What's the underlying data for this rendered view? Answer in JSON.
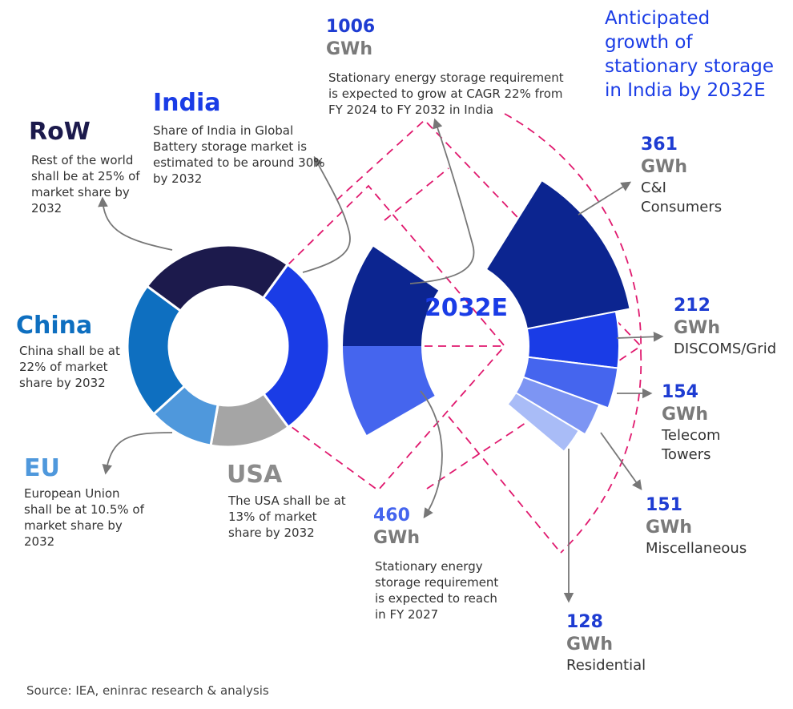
{
  "chart_data": [
    {
      "type": "pie",
      "variant": "donut",
      "subject": "Share in Global Battery storage market by 2032",
      "categories": [
        "India",
        "USA",
        "EU",
        "China",
        "RoW"
      ],
      "values": [
        30,
        13,
        10.5,
        22,
        25
      ],
      "unit": "%",
      "colors": [
        "#1a3ce6",
        "#a5a5a5",
        "#4f98dc",
        "#0e6fc0",
        "#1c1a4c"
      ]
    },
    {
      "type": "bar",
      "variant": "radial",
      "center_label": "2032E",
      "categories": [
        "FY 2032",
        "FY 2027"
      ],
      "values": [
        1006,
        460
      ],
      "unit": "GWh"
    },
    {
      "type": "bar",
      "variant": "radial-breakdown",
      "categories": [
        "C&I Consumers",
        "DISCOMS/Grid",
        "Telecom Towers",
        "Miscellaneous",
        "Residential"
      ],
      "values": [
        361,
        212,
        154,
        151,
        128
      ],
      "unit": "GWh",
      "colors": [
        "#0c2590",
        "#1a3ce6",
        "#4565ee",
        "#7d95f3",
        "#a9bcf7"
      ]
    }
  ],
  "title": {
    "line1": "Anticipated",
    "line2": "growth of",
    "line3": "stationary storage",
    "line4": "in India by 2032E",
    "color": "#1a3ce6"
  },
  "regions": {
    "row": {
      "name": "RoW",
      "desc": [
        "Rest of the world",
        "shall be at 25% of",
        "market share by",
        "2032"
      ],
      "color": "#1c1a4c"
    },
    "india": {
      "name": "India",
      "desc": [
        "Share of India in Global",
        "Battery storage market is",
        "estimated to be around 30%",
        "by 2032"
      ],
      "color": "#1a3ce6"
    },
    "china": {
      "name": "China",
      "desc": [
        "China shall be at",
        "22% of market",
        "share by 2032"
      ],
      "color": "#0e6fc0"
    },
    "eu": {
      "name": "EU",
      "desc": [
        "European Union",
        "shall be at 10.5% of",
        "market share by",
        "2032"
      ],
      "color": "#4f98dc"
    },
    "usa": {
      "name": "USA",
      "desc": [
        "The USA shall be at",
        "13% of market",
        "share by 2032"
      ],
      "color": "#8c8c8c"
    }
  },
  "callouts": {
    "total_2032": {
      "value": "1006",
      "unit": "GWh",
      "desc": [
        "Stationary energy storage requirement",
        "is expected to grow at CAGR 22% from",
        "FY 2024 to FY 2032 in India"
      ]
    },
    "total_2027": {
      "value": "460",
      "unit": "GWh",
      "desc": [
        "Stationary energy",
        "storage requirement",
        "is expected to reach",
        "in FY 2027"
      ]
    },
    "ci": {
      "value": "361",
      "unit": "GWh",
      "label": [
        "C&I",
        "Consumers"
      ]
    },
    "grid": {
      "value": "212",
      "unit": "GWh",
      "label": [
        "DISCOMS/Grid"
      ]
    },
    "telecom": {
      "value": "154",
      "unit": "GWh",
      "label": [
        "Telecom",
        "Towers"
      ]
    },
    "misc": {
      "value": "151",
      "unit": "GWh",
      "label": [
        "Miscellaneous"
      ]
    },
    "residential": {
      "value": "128",
      "unit": "GWh",
      "label": [
        "Residential"
      ]
    }
  },
  "center_label": "2032E",
  "source": "Source: IEA, eninrac research & analysis",
  "colors": {
    "pink_dash": "#e0196e",
    "arrow": "#777777"
  }
}
